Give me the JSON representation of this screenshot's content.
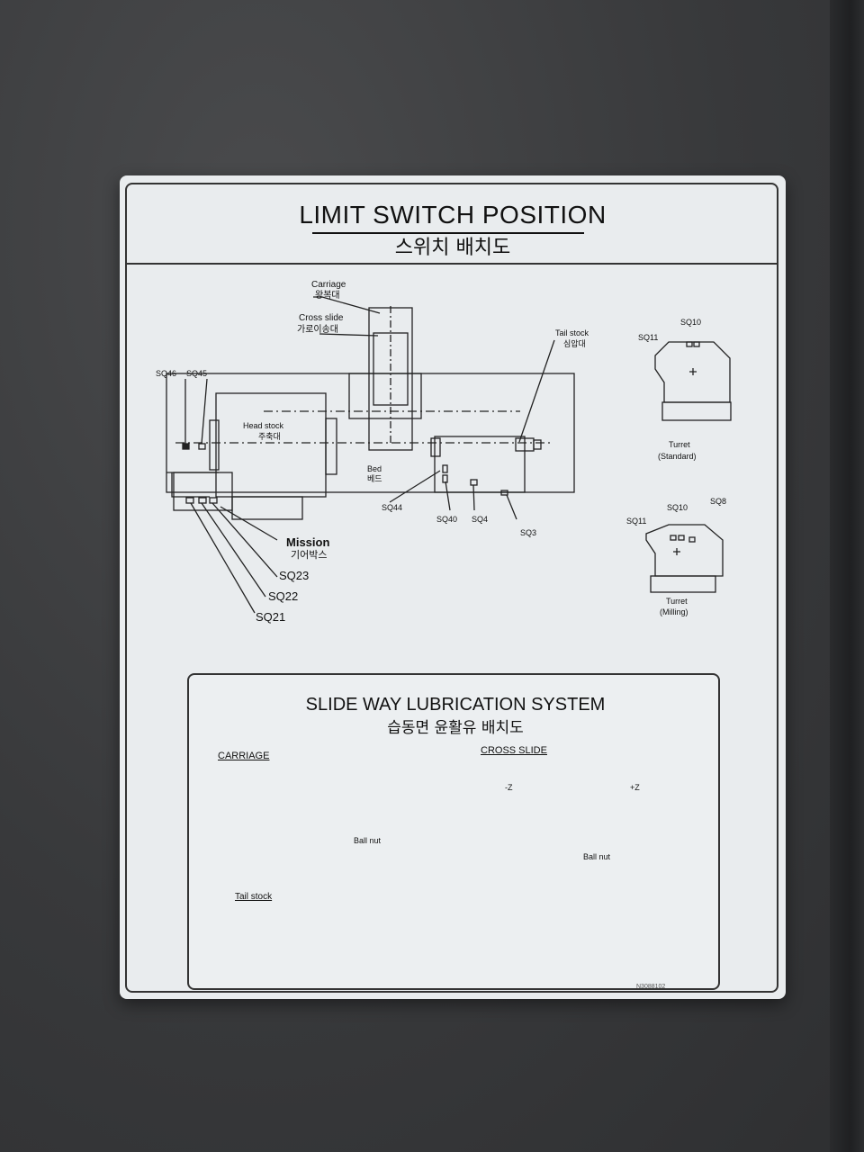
{
  "plate": {
    "title": "LIMIT SWITCH POSITION",
    "title_ko": "스위치 배치도",
    "labels": {
      "carriage": "Carriage",
      "carriage_ko": "왕복대",
      "cross_slide": "Cross slide",
      "cross_slide_ko": "가로이송대",
      "tail_stock": "Tail stock",
      "tail_stock_ko": "심압대",
      "head_stock": "Head stock",
      "head_stock_ko": "주축대",
      "bed": "Bed",
      "bed_ko": "베드",
      "mission": "Mission",
      "mission_ko": "기어박스",
      "sq46": "SQ46",
      "sq45": "SQ45",
      "sq44": "SQ44",
      "sq40": "SQ40",
      "sq4": "SQ4",
      "sq3": "SQ3",
      "sq23": "SQ23",
      "sq22": "SQ22",
      "sq21": "SQ21"
    },
    "turret_standard": {
      "sq10": "SQ10",
      "sq11": "SQ11",
      "title": "Turret",
      "sub": "(Standard)"
    },
    "turret_milling": {
      "sq10": "SQ10",
      "sq11": "SQ11",
      "sq8": "SQ8",
      "title": "Turret",
      "sub": "(Milling)"
    },
    "lubrication": {
      "title": "SLIDE WAY LUBRICATION SYSTEM",
      "title_ko": "습동면 윤활유 배치도",
      "carriage": "CARRIAGE",
      "cross_slide": "CROSS SLIDE",
      "tail_stock": "Tail stock",
      "ball_nut": "Ball nut",
      "minus_z": "-Z",
      "plus_z": "+Z"
    },
    "part_no": "N3088102"
  }
}
